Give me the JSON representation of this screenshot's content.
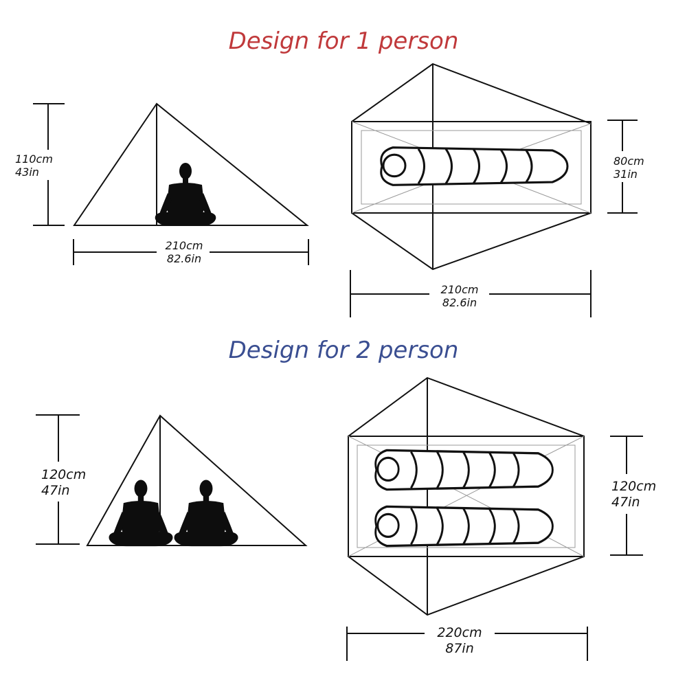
{
  "colors": {
    "title_one": "#c0393b",
    "title_two": "#3a4e91",
    "line": "#111111",
    "silhouette": "#0d0d0d",
    "inner": "#9a9a9a"
  },
  "one_person": {
    "title": "Design for 1 person",
    "side": {
      "height_cm": "110cm",
      "height_in": "43in",
      "width_cm": "210cm",
      "width_in": "82.6in"
    },
    "top": {
      "width_cm": "80cm",
      "width_in": "31in",
      "length_cm": "210cm",
      "length_in": "82.6in"
    }
  },
  "two_person": {
    "title": "Design for 2 person",
    "side": {
      "height_cm": "120cm",
      "height_in": "47in"
    },
    "top": {
      "width_cm": "120cm",
      "width_in": "47in",
      "length_cm": "220cm",
      "length_in": "87in"
    }
  }
}
